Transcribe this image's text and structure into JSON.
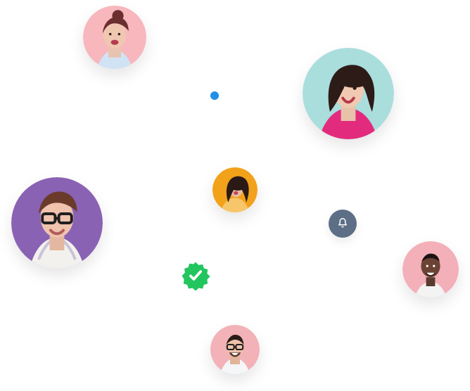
{
  "avatars": [
    {
      "id": "woman-pink-bg",
      "bg": "#f7b7bd"
    },
    {
      "id": "woman-cyan-bg",
      "bg": "#a9dedd"
    },
    {
      "id": "woman-orange-bg",
      "bg": "#f2a11a"
    },
    {
      "id": "man-purple-bg",
      "bg": "#8a62b3"
    },
    {
      "id": "man-pink-bg",
      "bg": "#f3b0b9"
    },
    {
      "id": "man-glasses-pink-bg",
      "bg": "#f2b2b8"
    }
  ],
  "icons": {
    "online_dot": {
      "name": "dot",
      "color": "#1f8fe8"
    },
    "notification": {
      "name": "bell-icon",
      "bg": "#5c6f86"
    },
    "verified": {
      "name": "check-badge-icon",
      "color": "#22c55e"
    }
  }
}
